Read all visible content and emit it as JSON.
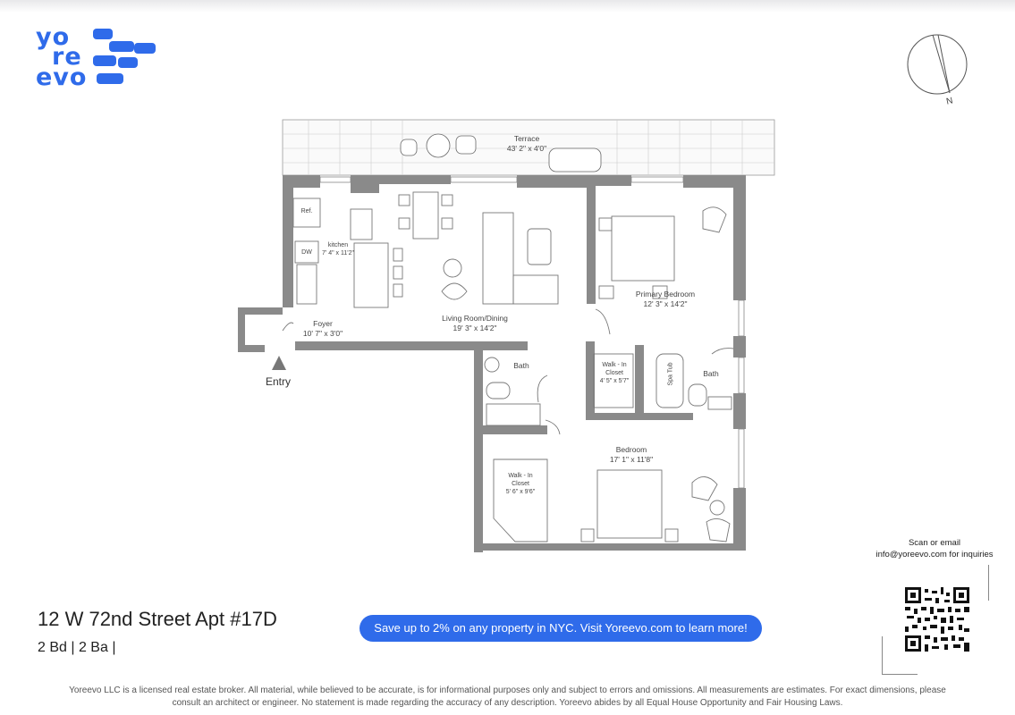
{
  "brand": {
    "name_parts": [
      "yo",
      "re",
      "evo"
    ],
    "color": "#2f6bea"
  },
  "compass": {
    "label": "N"
  },
  "floorplan": {
    "rooms": [
      {
        "id": "terrace",
        "name": "Terrace",
        "dims": "43' 2\" x 4'0\""
      },
      {
        "id": "kitchen",
        "name": "kitchen",
        "dims": "7' 4\" x 11'2\""
      },
      {
        "id": "living",
        "name": "Living Room/Dining",
        "dims": "19' 3\" x 14'2\""
      },
      {
        "id": "primary",
        "name": "Primary Bedroom",
        "dims": "12' 3\" x 14'2\""
      },
      {
        "id": "foyer",
        "name": "Foyer",
        "dims": "10' 7\" x 3'0\""
      },
      {
        "id": "wic1",
        "name": "Walk - In Closet",
        "dims": "4' 5\" x 5'7\""
      },
      {
        "id": "bath1",
        "name": "Bath",
        "dims": ""
      },
      {
        "id": "bath2",
        "name": "Bath",
        "dims": ""
      },
      {
        "id": "bedroom",
        "name": "Bedroom",
        "dims": "17' 1\" x 11'8\""
      },
      {
        "id": "wic2",
        "name": "Walk - In Closet",
        "dims": "5' 6\" x 9'6\""
      }
    ],
    "fixtures": {
      "ref": "Ref.",
      "dw": "DW",
      "spa": "Spa Tub"
    },
    "entry_label": "Entry"
  },
  "listing": {
    "address": "12 W 72nd Street Apt #17D",
    "summary": "2 Bd | 2 Ba |"
  },
  "promo": {
    "text": "Save up to 2% on any property in NYC. Visit Yoreevo.com to learn more!"
  },
  "contact": {
    "line1": "Scan or email",
    "line2": "info@yoreevo.com for inquiries"
  },
  "disclaimer": "Yoreevo LLC is a licensed real estate broker. All material, while believed to be accurate, is for informational purposes only and subject to errors and omissions. All measurements are estimates. For exact dimensions, please consult an architect or engineer. No statement is made regarding the accuracy of any description. Yoreevo abides by all Equal House Opportunity and Fair Housing Laws."
}
